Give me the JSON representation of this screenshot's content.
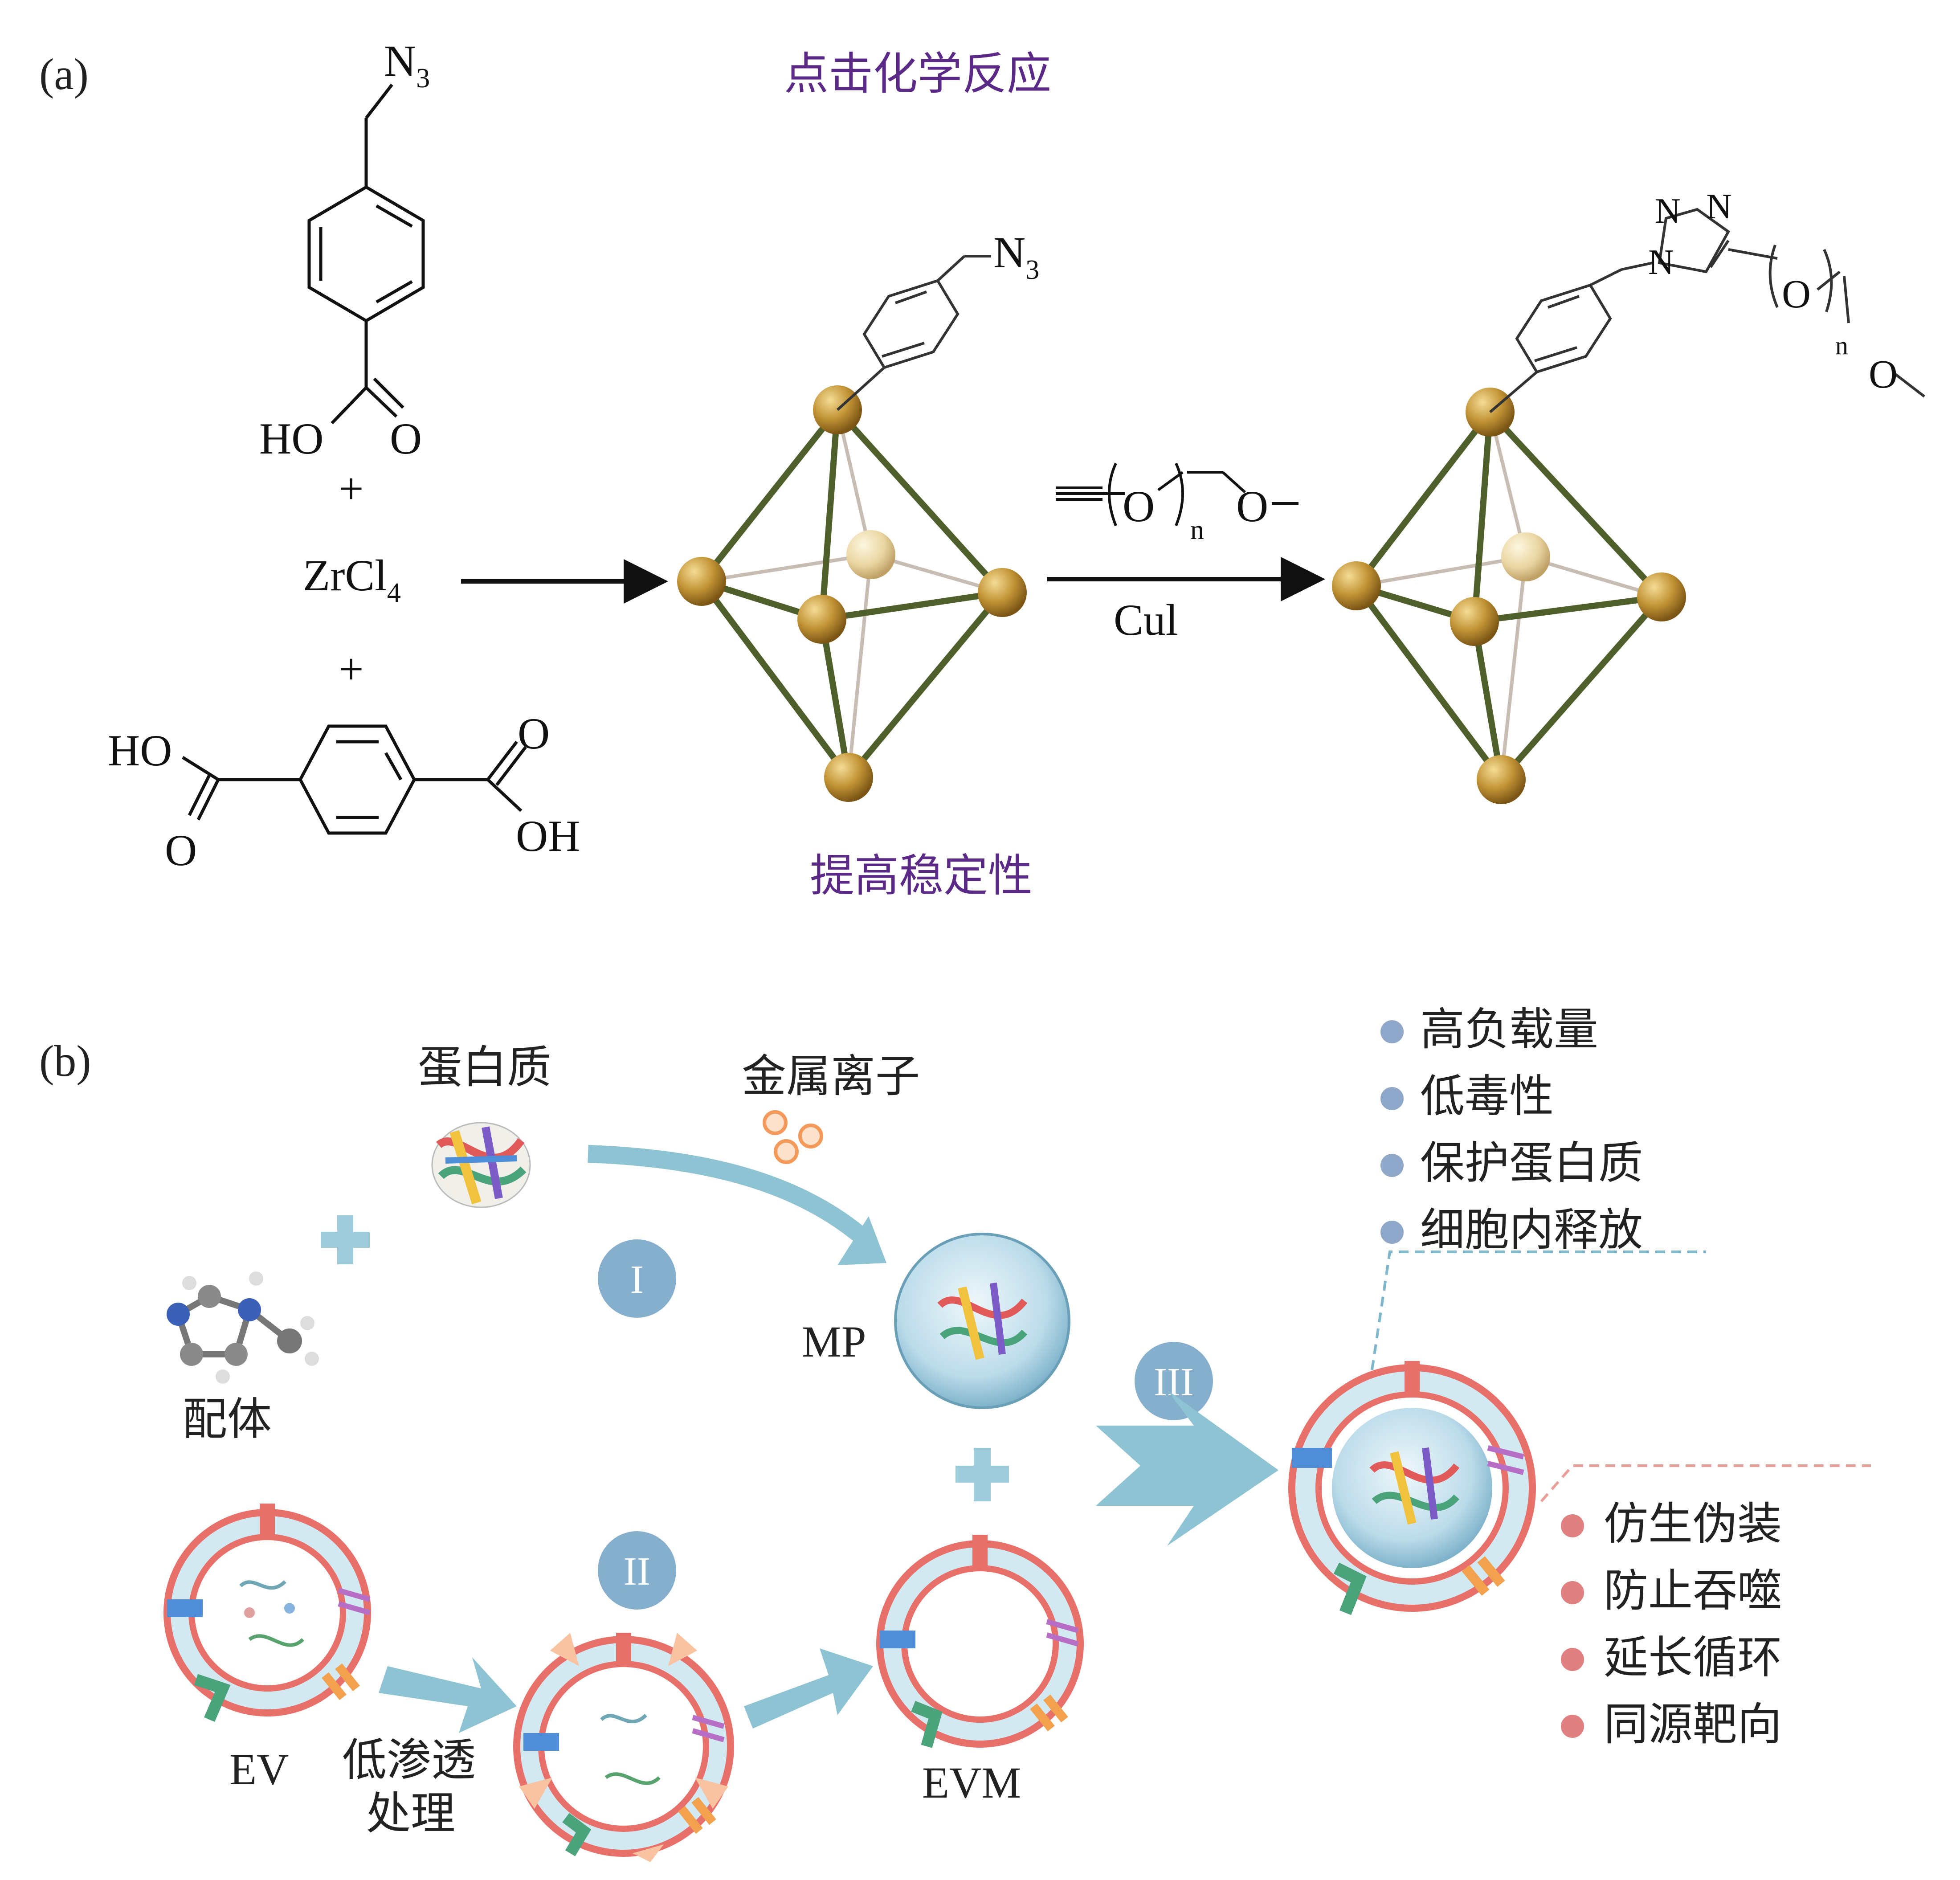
{
  "panel_a": {
    "label": "(a)",
    "title": "点击化学反应",
    "caption": "提高稳定性",
    "reagent_plus_1": "+",
    "reagent_plus_2": "+",
    "zrcl": "ZrCl",
    "zrcl_sub": "4",
    "catalyst": "Cul",
    "azide_label": "N",
    "azide_sub": "3",
    "ho_label": "HO",
    "o_label": "O",
    "oh_label": "OH",
    "peg_n": "n",
    "triazole_n": "N"
  },
  "panel_b": {
    "label": "(b)",
    "protein": "蛋白质",
    "metal_ions": "金属离子",
    "ligand": "配体",
    "step_1": "I",
    "step_2": "II",
    "step_3": "III",
    "mp": "MP",
    "ev": "EV",
    "evm": "EVM",
    "hypotonic_1": "低渗透",
    "hypotonic_2": "处理",
    "plus": "+",
    "properties_blue": [
      "高负载量",
      "低毒性",
      "保护蛋白质",
      "细胞内释放"
    ],
    "properties_red": [
      "仿生伪装",
      "防止吞噬",
      "延长循环",
      "同源靶向"
    ]
  },
  "colors": {
    "purple": "#5b2a86",
    "mof_edge": "#4f5f2c",
    "metal_node": "#b8862b",
    "arrow_blue": "#8ec3d3",
    "bullet_blue": "#8fa7c8",
    "bullet_red": "#e08080",
    "membrane_red": "#e8706a",
    "membrane_blue": "#a9cfe0",
    "step_circle": "#86aecd"
  }
}
